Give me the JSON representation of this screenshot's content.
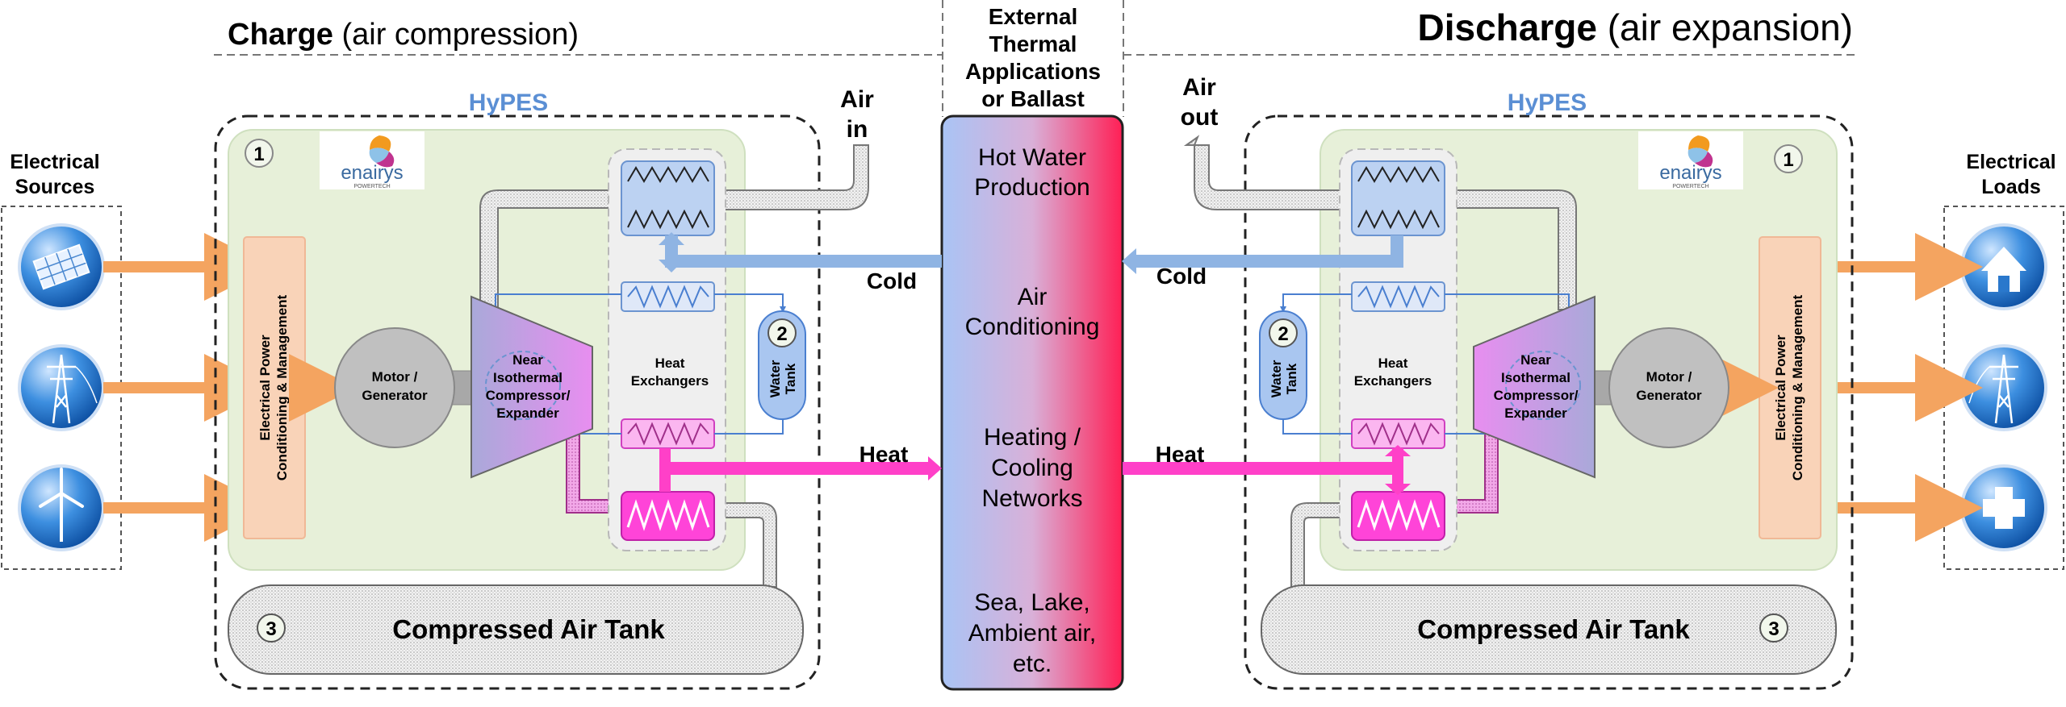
{
  "titles": {
    "charge_bold": "Charge",
    "charge_rest": " (air compression)",
    "discharge_bold": "Discharge",
    "discharge_rest": " (air expansion)"
  },
  "external": {
    "heading": [
      "External",
      "Thermal",
      "Applications",
      "or Ballast"
    ],
    "items": [
      [
        "Hot Water",
        "Production"
      ],
      [
        "Air",
        "Conditioning"
      ],
      [
        "Heating /",
        "Cooling",
        "Networks"
      ],
      [
        "Sea, Lake,",
        "Ambient air,",
        "etc."
      ]
    ]
  },
  "left": {
    "sources_label": [
      "Electrical",
      "Sources"
    ],
    "hypes": "HyPES",
    "logo": "enairys",
    "logo_sub": "POWERTECH",
    "marker_1": "1",
    "marker_2": "2",
    "marker_3": "3",
    "power_label": [
      "Electrical Power",
      "Conditioning & Management"
    ],
    "motor": [
      "Motor /",
      "Generator"
    ],
    "compressor": [
      "Near",
      "Isothermal",
      "Compressor/",
      "Expander"
    ],
    "heat_ex": [
      "Heat",
      "Exchangers"
    ],
    "water_tank": [
      "Water",
      "Tank"
    ],
    "air": [
      "Air",
      "in"
    ],
    "cold": "Cold",
    "heat": "Heat",
    "tank": "Compressed Air Tank"
  },
  "right": {
    "loads_label": [
      "Electrical",
      "Loads"
    ],
    "hypes": "HyPES",
    "logo": "enairys",
    "logo_sub": "POWERTECH",
    "marker_1": "1",
    "marker_2": "2",
    "marker_3": "3",
    "power_label": [
      "Electrical Power",
      "Conditioning & Management"
    ],
    "motor": [
      "Motor /",
      "Generator"
    ],
    "compressor": [
      "Near",
      "Isothermal",
      "Compressor/",
      "Expander"
    ],
    "heat_ex": [
      "Heat",
      "Exchangers"
    ],
    "water_tank": [
      "Water",
      "Tank"
    ],
    "air": [
      "Air",
      "out"
    ],
    "cold": "Cold",
    "heat": "Heat",
    "tank": "Compressed Air Tank"
  },
  "icons": {
    "sources": [
      "solar-panel-icon",
      "power-pylon-icon",
      "wind-turbine-icon"
    ],
    "loads": [
      "house-icon",
      "power-pylon-icon",
      "medical-cross-icon"
    ]
  },
  "colors": {
    "arrow_orange": "#f4a460",
    "cold_blue": "#8fb4e3",
    "heat_pink": "#ff40c8",
    "hypes_blue": "#5b8fd4",
    "panel_green": "#e7f0d9",
    "power_box": "#f9d3b8",
    "gradient_left": "#a9c4f5",
    "gradient_right": "#ff1f55"
  }
}
